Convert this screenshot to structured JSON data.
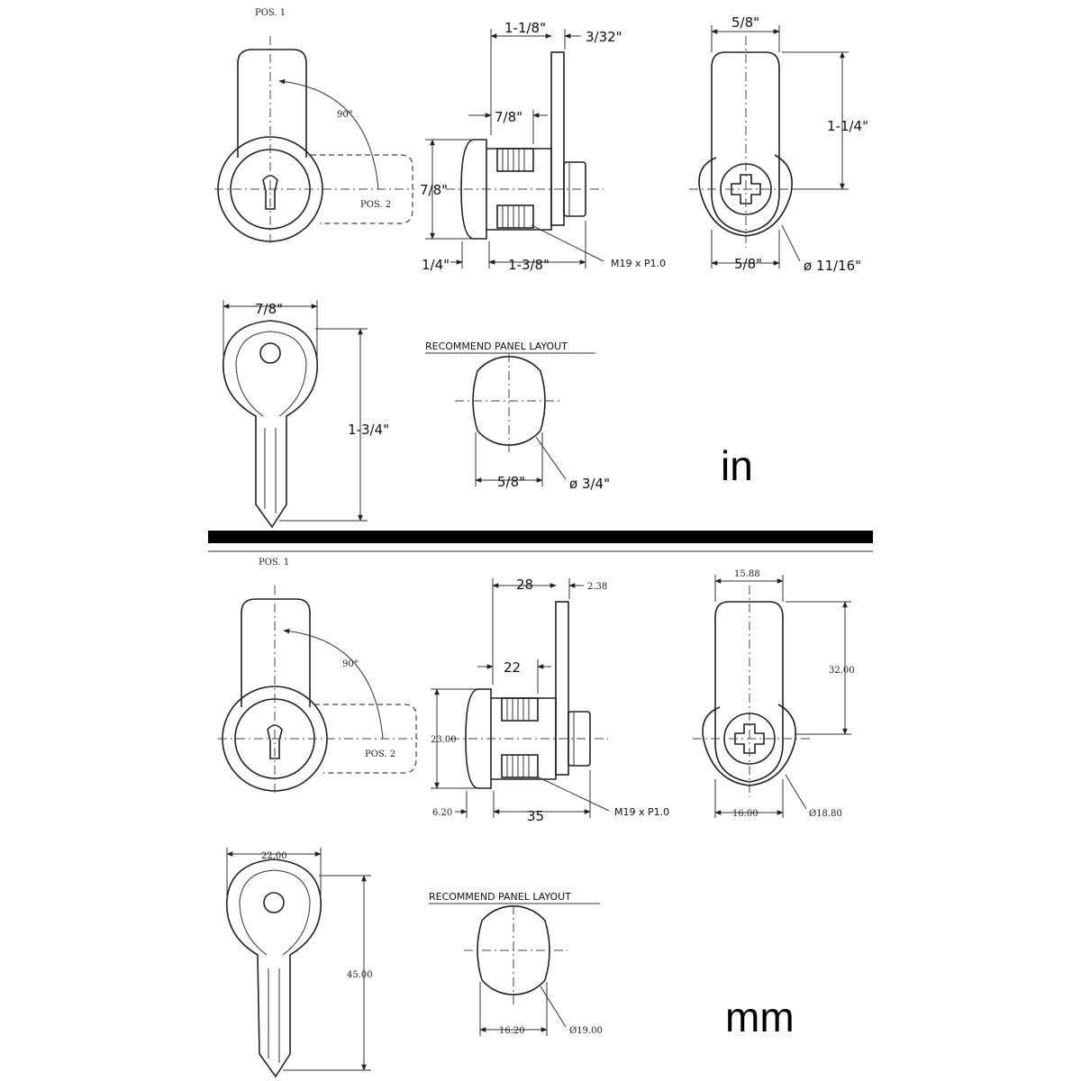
{
  "inch": {
    "front": {
      "pos1": "POS. 1",
      "pos2": "POS. 2",
      "angle": "90°"
    },
    "side": {
      "overall": "1-1/8\"",
      "cam_thickness": "3/32\"",
      "thread_len": "7/8\"",
      "head_dia": "7/8\"",
      "head_len": "1/4\"",
      "body_len": "1-3/8\"",
      "thread_spec": "M19 x P1.0"
    },
    "rear": {
      "cam_width": "5/8\"",
      "cam_length": "1-1/4\"",
      "body_width": "5/8\"",
      "body_dia": "ø 11/16\""
    },
    "key": {
      "width": "7/8\"",
      "length": "1-3/4\""
    },
    "panel": {
      "title": "RECOMMEND PANEL LAYOUT",
      "flat": "5/8\"",
      "dia": "ø 3/4\""
    },
    "unit_label": "in"
  },
  "mm": {
    "front": {
      "pos1": "POS. 1",
      "pos2": "POS. 2",
      "angle": "90°"
    },
    "side": {
      "overall": "28",
      "cam_thickness": "2.38",
      "thread_len": "22",
      "head_dia": "23.00",
      "head_len": "6.20",
      "body_len": "35",
      "thread_spec": "M19 x P1.0"
    },
    "rear": {
      "cam_width": "15.88",
      "cam_length": "32.00",
      "body_width": "16.00",
      "body_dia": "Ø18.80"
    },
    "key": {
      "width": "22.00",
      "length": "45.00"
    },
    "panel": {
      "title": "RECOMMEND PANEL LAYOUT",
      "flat": "16.20",
      "dia": "Ø19.00"
    },
    "unit_label": "mm"
  }
}
